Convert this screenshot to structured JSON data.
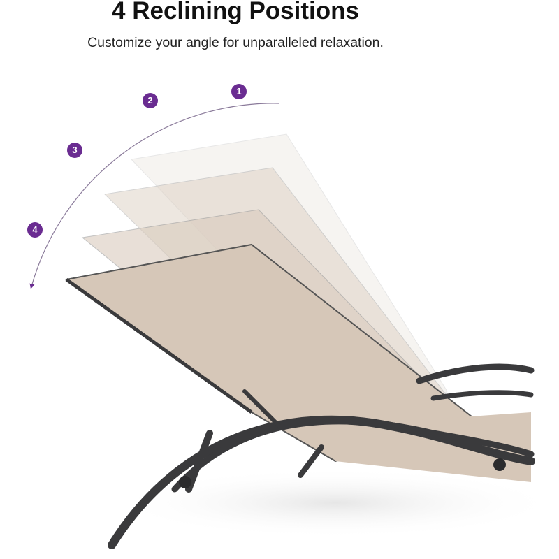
{
  "header": {
    "title": "4 Reclining Positions",
    "subtitle": "Customize your angle for unparalleled relaxation."
  },
  "positions": [
    {
      "label": "1"
    },
    {
      "label": "2"
    },
    {
      "label": "3"
    },
    {
      "label": "4"
    }
  ],
  "colors": {
    "accent": "#6a2c91",
    "fabric": "#d9cbbd",
    "frame": "#3a3a3c"
  }
}
